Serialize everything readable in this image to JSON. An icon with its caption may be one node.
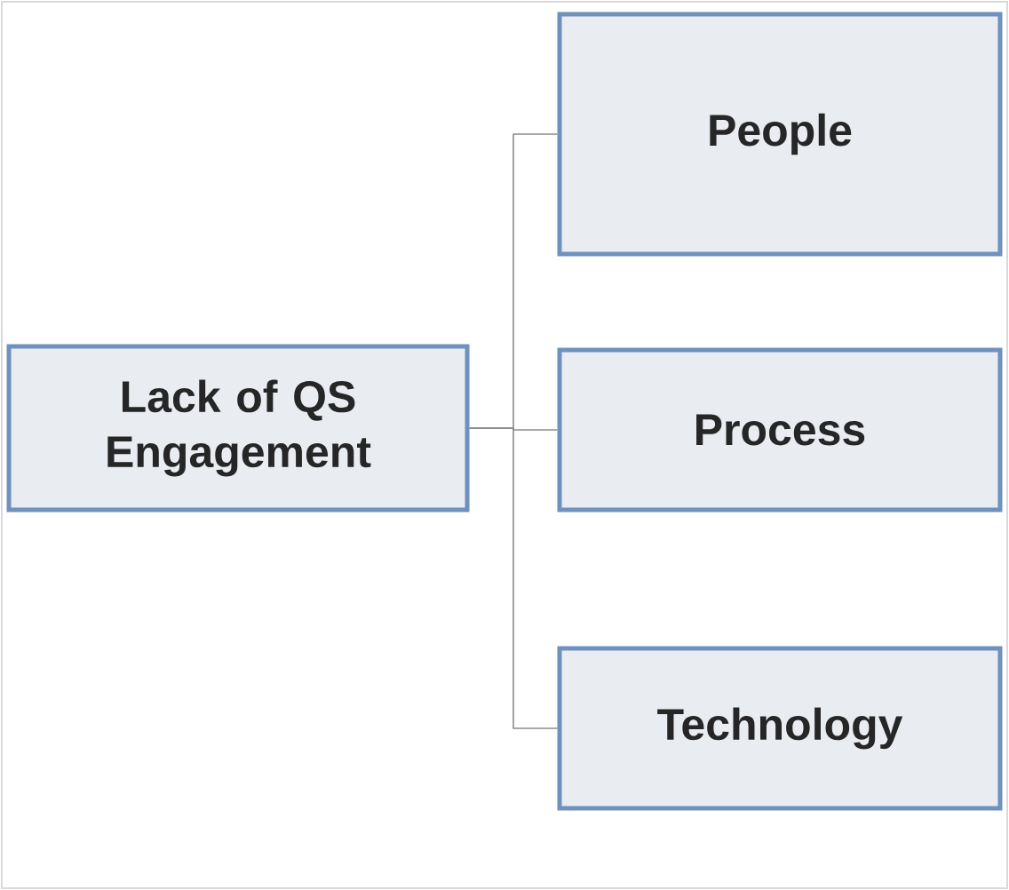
{
  "diagram": {
    "nodes": [
      {
        "text": [
          "Lack of QS Engagement"
        ]
      },
      {
        "text": [
          "People"
        ]
      },
      {
        "text": [
          "Process"
        ]
      },
      {
        "text": [
          "Technology"
        ]
      }
    ],
    "edges": [
      {
        "from": 0,
        "to": 1,
        "arrow": "none"
      },
      {
        "from": 0,
        "to": 2,
        "arrow": "none"
      },
      {
        "from": 0,
        "to": 3,
        "arrow": "none"
      }
    ]
  }
}
